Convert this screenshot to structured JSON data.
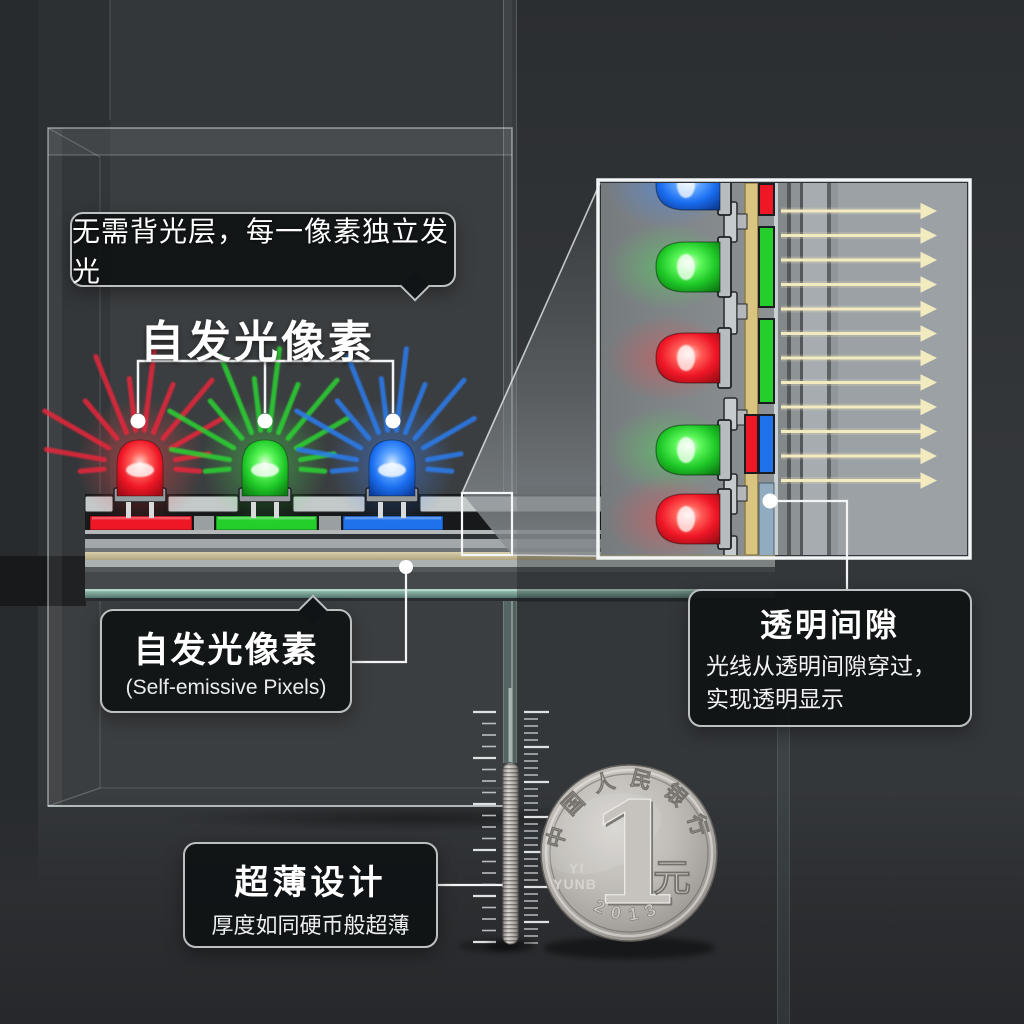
{
  "scene": {
    "top_bubble": "无需背光层，每一像素独立发光",
    "pixels_heading": "自发光像素",
    "pixels_label": {
      "title": "自发光像素",
      "subtitle": "(Self-emissive Pixels)"
    },
    "gap_label": {
      "title": "透明间隙",
      "line1": "光线从透明间隙穿过，",
      "line2": "实现透明显示"
    },
    "thin_label": {
      "title": "超薄设计",
      "subtitle": "厚度如同硬币般超薄"
    }
  },
  "coin": {
    "bank_name": "中国人民银行",
    "denomination": "1",
    "unit": "元",
    "pinyin_top": "YI",
    "pinyin_bottom": "YUNB",
    "year": "2013"
  },
  "leds": {
    "main": [
      "red",
      "green",
      "blue"
    ],
    "inset": [
      "blue",
      "green",
      "red",
      "green",
      "red"
    ],
    "inset_arrow_count": 12
  },
  "colors": {
    "led-red": "#ef1626",
    "led-green": "#25cf2b",
    "led-blue": "#1f72ec",
    "arrow": "#f3ebc0",
    "teal-glass": "#8fb6aa",
    "gold-layer": "#d9c57f",
    "callout-border": "#bcc0c2",
    "callout-bg": "#111416"
  }
}
